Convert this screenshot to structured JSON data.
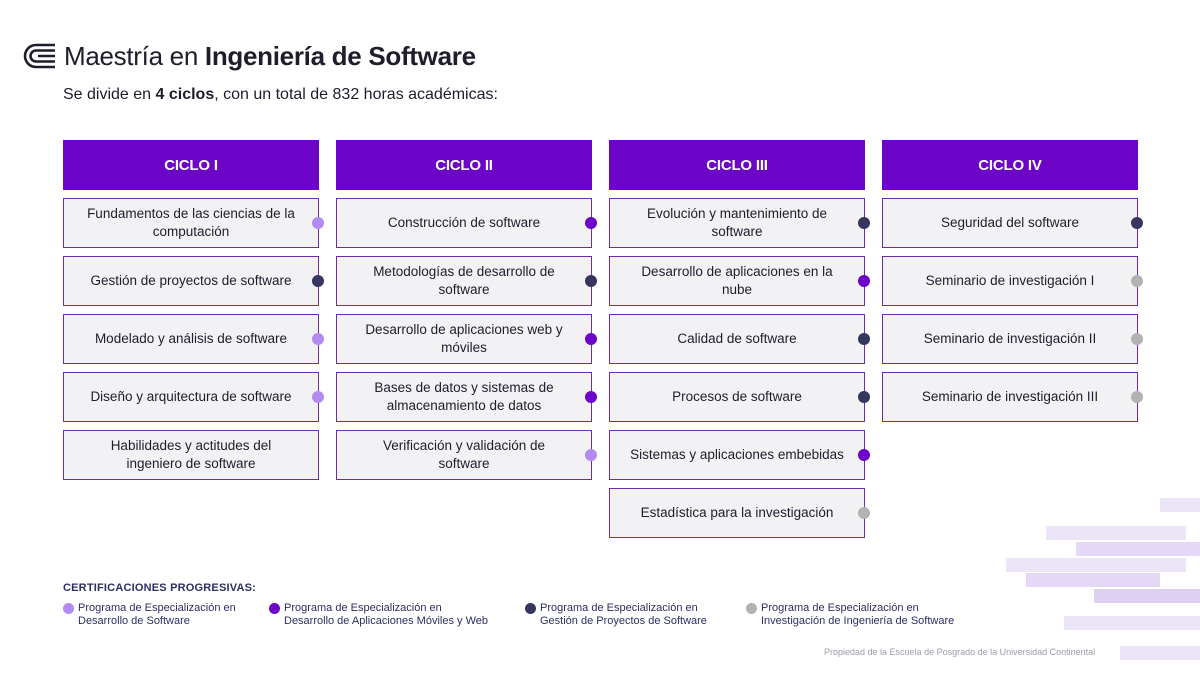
{
  "header": {
    "title_prefix": "Maestría en ",
    "title_bold": "Ingeniería de Software",
    "subtitle_prefix": "Se divide en ",
    "subtitle_bold": "4 ciclos",
    "subtitle_suffix": ", con un total de 832 horas académicas:"
  },
  "colors": {
    "header_fill": "#6c05c8",
    "desarrollo_software": "#b38af0",
    "aplicaciones_moviles_web": "#6c05c8",
    "gestion_proyectos": "#363660",
    "investigacion": "#b2b2b2"
  },
  "cycles": [
    {
      "title": "CICLO I",
      "courses": [
        {
          "name": "Fundamentos de las ciencias de la computación",
          "cert": 0
        },
        {
          "name": "Gestión de proyectos de software",
          "cert": 2
        },
        {
          "name": "Modelado y análisis de software",
          "cert": 0
        },
        {
          "name": "Diseño y arquitectura de software",
          "cert": 0
        },
        {
          "name": "Habilidades y actitudes del ingeniero de software",
          "cert": null
        }
      ]
    },
    {
      "title": "CICLO II",
      "courses": [
        {
          "name": "Construcción de software",
          "cert": 1
        },
        {
          "name": "Metodologías de desarrollo de software",
          "cert": 2
        },
        {
          "name": "Desarrollo de aplicaciones web y móviles",
          "cert": 1
        },
        {
          "name": "Bases de datos y sistemas de almacenamiento de datos",
          "cert": 1
        },
        {
          "name": "Verificación y validación de software",
          "cert": 0
        }
      ]
    },
    {
      "title": "CICLO III",
      "courses": [
        {
          "name": "Evolución y mantenimiento de software",
          "cert": 2
        },
        {
          "name": "Desarrollo de aplicaciones en la nube",
          "cert": 1
        },
        {
          "name": "Calidad de software",
          "cert": 2
        },
        {
          "name": "Procesos de software",
          "cert": 2
        },
        {
          "name": "Sistemas y aplicaciones embebidas",
          "cert": 1
        },
        {
          "name": "Estadística para la investigación",
          "cert": 3
        }
      ]
    },
    {
      "title": "CICLO IV",
      "courses": [
        {
          "name": "Seguridad del software",
          "cert": 2
        },
        {
          "name": "Seminario de investigación I",
          "cert": 3
        },
        {
          "name": "Seminario de investigación II",
          "cert": 3
        },
        {
          "name": "Seminario de investigación III",
          "cert": 3
        }
      ]
    }
  ],
  "certifications": {
    "title": "CERTIFICACIONES PROGRESIVAS:",
    "items": [
      {
        "line1": "Programa de Especialización en",
        "line2": "Desarrollo de Software"
      },
      {
        "line1": "Programa de Especialización en",
        "line2": "Desarrollo de Aplicaciones Móviles y Web"
      },
      {
        "line1": "Programa de Especialización en",
        "line2": "Gestión de Proyectos de Software"
      },
      {
        "line1": "Programa de Especialización en",
        "line2": "Investigación de Ingeniería de Software"
      }
    ]
  },
  "footer": "Propiedad de la Escuela de Posgrado de la Universidad Continental",
  "icons": {
    "logo": "continental-logo-icon",
    "bullet": "circle-dot-icon"
  }
}
